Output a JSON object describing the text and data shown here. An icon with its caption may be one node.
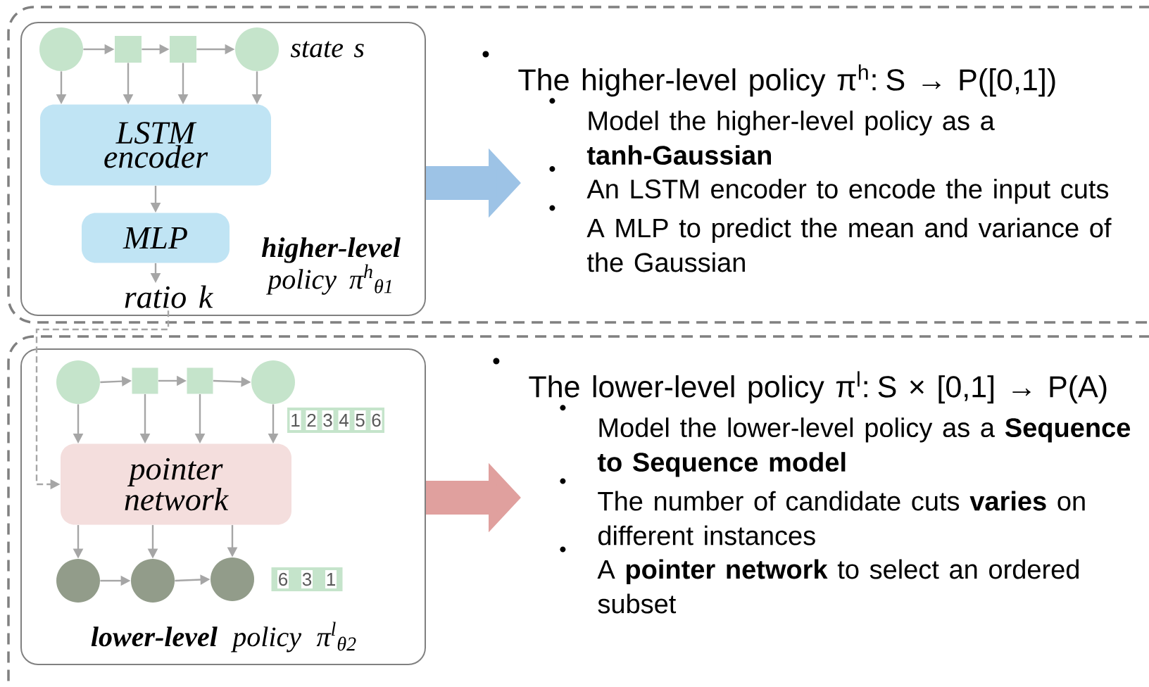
{
  "diagram": {
    "nodes": [
      {
        "text": [
          "**higher-level** policy π$^{h}$$_{θ1}$"
        ]
      },
      {
        "text": [],
        "shape": "circle",
        "in": 0
      },
      {
        "text": [],
        "shape": "box",
        "in": 0
      },
      {
        "text": [],
        "shape": "box",
        "in": 0
      },
      {
        "text": [],
        "shape": "circle",
        "in": 0,
        "beside": [
          "state s"
        ]
      },
      {
        "text": [
          "LSTM encoder"
        ],
        "in": 0
      },
      {
        "text": [
          "MLP"
        ],
        "in": 0
      },
      {
        "text": [
          "ratio k"
        ],
        "in": 0
      },
      {
        "text": [
          "The higher-level policy π$^{h}$: S → P([0,1])",
          "Model the higher-level policy as a **tanh-Gaussian**",
          "An LSTM encoder to encode the input cuts",
          "A MLP to predict the mean and variance of the Gaussian"
        ]
      },
      {
        "text": [
          "**lower-level** policy π$^{l}$$_{θ2}$"
        ]
      },
      {
        "text": [],
        "shape": "circle",
        "in": 9
      },
      {
        "text": [],
        "shape": "box",
        "in": 9
      },
      {
        "text": [],
        "shape": "box",
        "in": 9
      },
      {
        "text": [],
        "shape": "circle",
        "in": 9
      },
      {
        "text": [
          "1",
          "2",
          "3",
          "4",
          "5",
          "6"
        ],
        "in": 9
      },
      {
        "text": [
          "pointer network"
        ],
        "in": 9
      },
      {
        "text": [],
        "shape": "circle",
        "in": 9
      },
      {
        "text": [],
        "shape": "circle",
        "in": 9
      },
      {
        "text": [],
        "shape": "circle",
        "in": 9
      },
      {
        "text": [
          "6",
          "3",
          "1"
        ],
        "in": 9
      },
      {
        "text": [
          "The lower-level policy π$^{l}$: S × [0,1] → P(A)",
          "Model the lower-level policy as a **Sequence to Sequence model**",
          "The number of candidate cuts **varies** on different instances",
          "A **pointer network** to select an ordered subset"
        ]
      }
    ],
    "edges": [
      {
        "from": 1,
        "to": 2,
        "arrow": "to"
      },
      {
        "from": 2,
        "to": 3,
        "arrow": "to"
      },
      {
        "from": 3,
        "to": 4,
        "arrow": "to"
      },
      {
        "from": 1,
        "to": 5,
        "arrow": "to"
      },
      {
        "from": 2,
        "to": 5,
        "arrow": "to"
      },
      {
        "from": 3,
        "to": 5,
        "arrow": "to"
      },
      {
        "from": 4,
        "to": 5,
        "arrow": "to"
      },
      {
        "from": 5,
        "to": 6,
        "arrow": "to"
      },
      {
        "from": 6,
        "to": 7,
        "arrow": "to"
      },
      {
        "from": 7,
        "to": 15,
        "arrow": "to",
        "style": "dashed"
      },
      {
        "from": 0,
        "to": 8,
        "arrow": "to",
        "style": "thick",
        "color": "#9dc3e6"
      },
      {
        "from": 10,
        "to": 11,
        "arrow": "to"
      },
      {
        "from": 11,
        "to": 12,
        "arrow": "to"
      },
      {
        "from": 12,
        "to": 13,
        "arrow": "to"
      },
      {
        "from": 10,
        "to": 15,
        "arrow": "to"
      },
      {
        "from": 11,
        "to": 15,
        "arrow": "to"
      },
      {
        "from": 12,
        "to": 15,
        "arrow": "to"
      },
      {
        "from": 13,
        "to": 15,
        "arrow": "to"
      },
      {
        "from": 15,
        "to": 16,
        "arrow": "to"
      },
      {
        "from": 15,
        "to": 17,
        "arrow": "to"
      },
      {
        "from": 15,
        "to": 18,
        "arrow": "to"
      },
      {
        "from": 16,
        "to": 17,
        "arrow": "to"
      },
      {
        "from": 17,
        "to": 18,
        "arrow": "to"
      },
      {
        "from": 9,
        "to": 20,
        "arrow": "to",
        "style": "thick",
        "color": "#e0a09e"
      }
    ]
  }
}
